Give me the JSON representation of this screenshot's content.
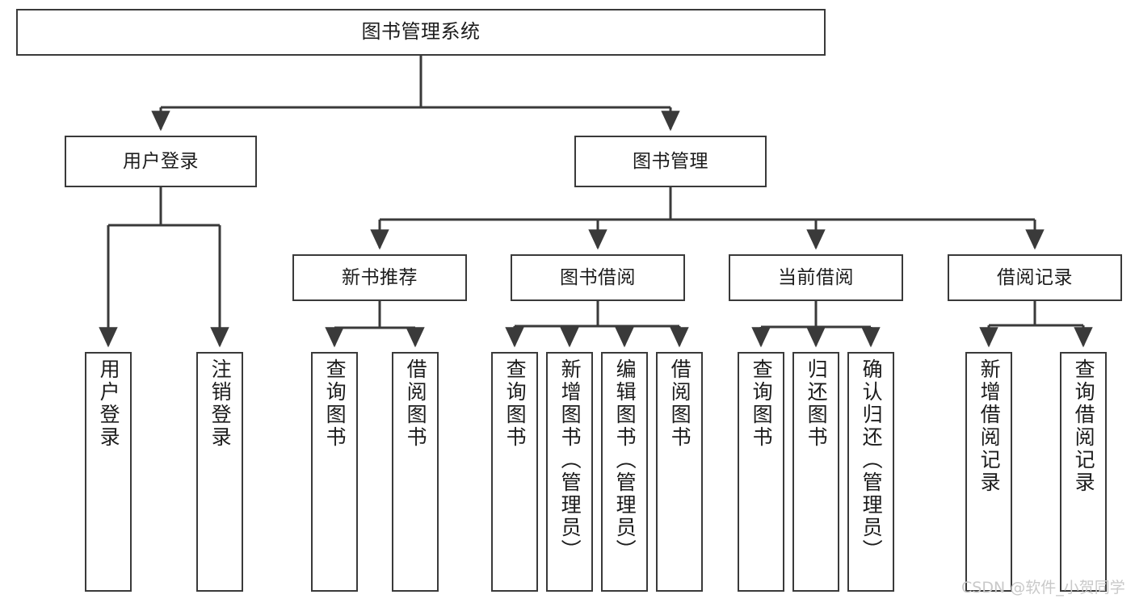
{
  "diagram": {
    "type": "tree-hierarchy-chart",
    "title": "图书管理系统",
    "watermark": "CSDN @软件_小贺同学",
    "colors": {
      "box_border": "#3a3a3a",
      "box_fill": "#ffffff",
      "edge": "#3a3a3a",
      "text": "#1c1c1c",
      "watermark": "#c9c9c9",
      "background": "#ffffff"
    },
    "root": {
      "label": "图书管理系统"
    },
    "level2": [
      {
        "label": "用户登录"
      },
      {
        "label": "图书管理"
      }
    ],
    "level3": [
      {
        "label": "新书推荐"
      },
      {
        "label": "图书借阅"
      },
      {
        "label": "当前借阅"
      },
      {
        "label": "借阅记录"
      }
    ],
    "leaves": {
      "user_login": [
        {
          "label": "用户登录"
        },
        {
          "label": "注销登录"
        }
      ],
      "new_book_recommend": [
        {
          "label": "查询图书"
        },
        {
          "label": "借阅图书"
        }
      ],
      "book_borrow": [
        {
          "label": "查询图书"
        },
        {
          "label": "新增图书（管理员）"
        },
        {
          "label": "编辑图书（管理员）"
        },
        {
          "label": "借阅图书"
        }
      ],
      "current_borrow": [
        {
          "label": "查询图书"
        },
        {
          "label": "归还图书"
        },
        {
          "label": "确认归还（管理员）"
        }
      ],
      "borrow_record": [
        {
          "label": "新增借阅记录"
        },
        {
          "label": "查询借阅记录"
        }
      ]
    }
  }
}
